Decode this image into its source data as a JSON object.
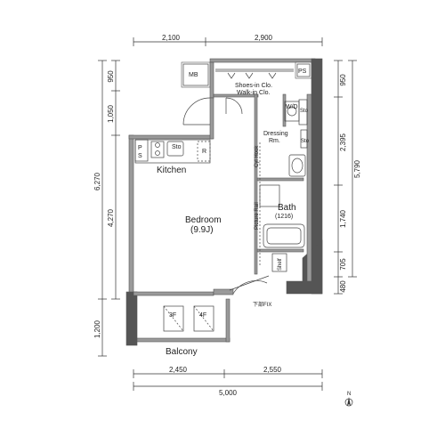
{
  "dimensions": {
    "top_left": "2,100",
    "top_right": "2,900",
    "bottom_left": "2,450",
    "bottom_right": "2,550",
    "bottom_total": "5,000",
    "left_950": "950",
    "left_1050": "1,050",
    "left_4270": "4,270",
    "left_6270": "6,270",
    "left_1200": "1,200",
    "right_950": "950",
    "right_2395": "2,395",
    "right_5790": "5,790",
    "right_1740": "1,740",
    "right_705": "705",
    "right_480": "480"
  },
  "rooms": {
    "mb": "MB",
    "ps_top": "PS",
    "shoes_in_clo": "Shoes-in Clo.",
    "walk_in_clo": "Walk-in Clo.",
    "wd": "W/D",
    "sto_wd": "Sto",
    "dressing_rm_1": "Dressing",
    "dressing_rm_2": "Rm.",
    "sto_dressing": "Sto",
    "ps_left_1": "P",
    "ps_left_2": "S",
    "sto_kitchen": "Sto",
    "refrigerator": "R",
    "kitchen": "Kitchen",
    "cyl_hook": "Cyl Hook",
    "picture_rail": "Picture Rail",
    "bedroom": "Bedroom",
    "bedroom_size": "(9.9J)",
    "bath": "Bath",
    "bath_size": "(1216)",
    "shelf": "Shelf",
    "emergency_ladder": "下部FIX",
    "unit_3f": "3F",
    "unit_4f": "4F",
    "balcony": "Balcony",
    "north": "N"
  }
}
